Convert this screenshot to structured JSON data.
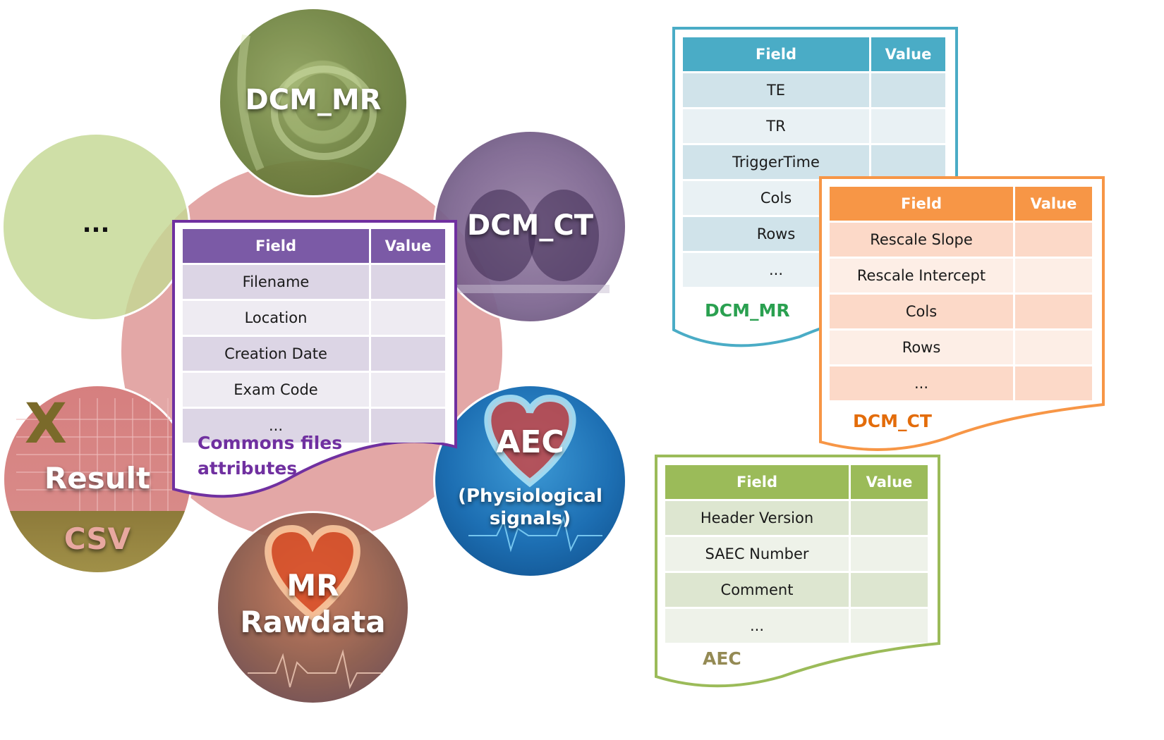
{
  "bubbles": {
    "more": {
      "label": "..."
    },
    "mr": {
      "label": "DCM_MR"
    },
    "ct": {
      "label": "DCM_CT"
    },
    "aec": {
      "label": "AEC",
      "sublabel_line1": "(Physiological",
      "sublabel_line2": "signals)"
    },
    "rawdata": {
      "label_line1": "MR",
      "label_line2": "Rawdata"
    },
    "result": {
      "label": "Result",
      "sublabel": "CSV",
      "icon_letter": "X"
    }
  },
  "common_card": {
    "headers": [
      "Field",
      "Value"
    ],
    "rows": [
      "Filename",
      "Location",
      "Creation Date",
      "Exam Code",
      "..."
    ],
    "caption_line1": "Commons files",
    "caption_line2": "attributes"
  },
  "mr_card": {
    "headers": [
      "Field",
      "Value"
    ],
    "rows": [
      "TE",
      "TR",
      "TriggerTime",
      "Cols",
      "Rows",
      "..."
    ],
    "caption": "DCM_MR"
  },
  "ct_card": {
    "headers": [
      "Field",
      "Value"
    ],
    "rows": [
      "Rescale Slope",
      "Rescale Intercept",
      "Cols",
      "Rows",
      "..."
    ],
    "caption": "DCM_CT"
  },
  "aec_card": {
    "headers": [
      "Field",
      "Value"
    ],
    "rows": [
      "Header Version",
      "SAEC Number",
      "Comment",
      "..."
    ],
    "caption": "AEC"
  },
  "colors": {
    "purple": "#7b5aa6",
    "teal": "#4aacc6",
    "orange": "#f79646",
    "green": "#9bbb59",
    "big_circle": "#e3a7a6"
  }
}
